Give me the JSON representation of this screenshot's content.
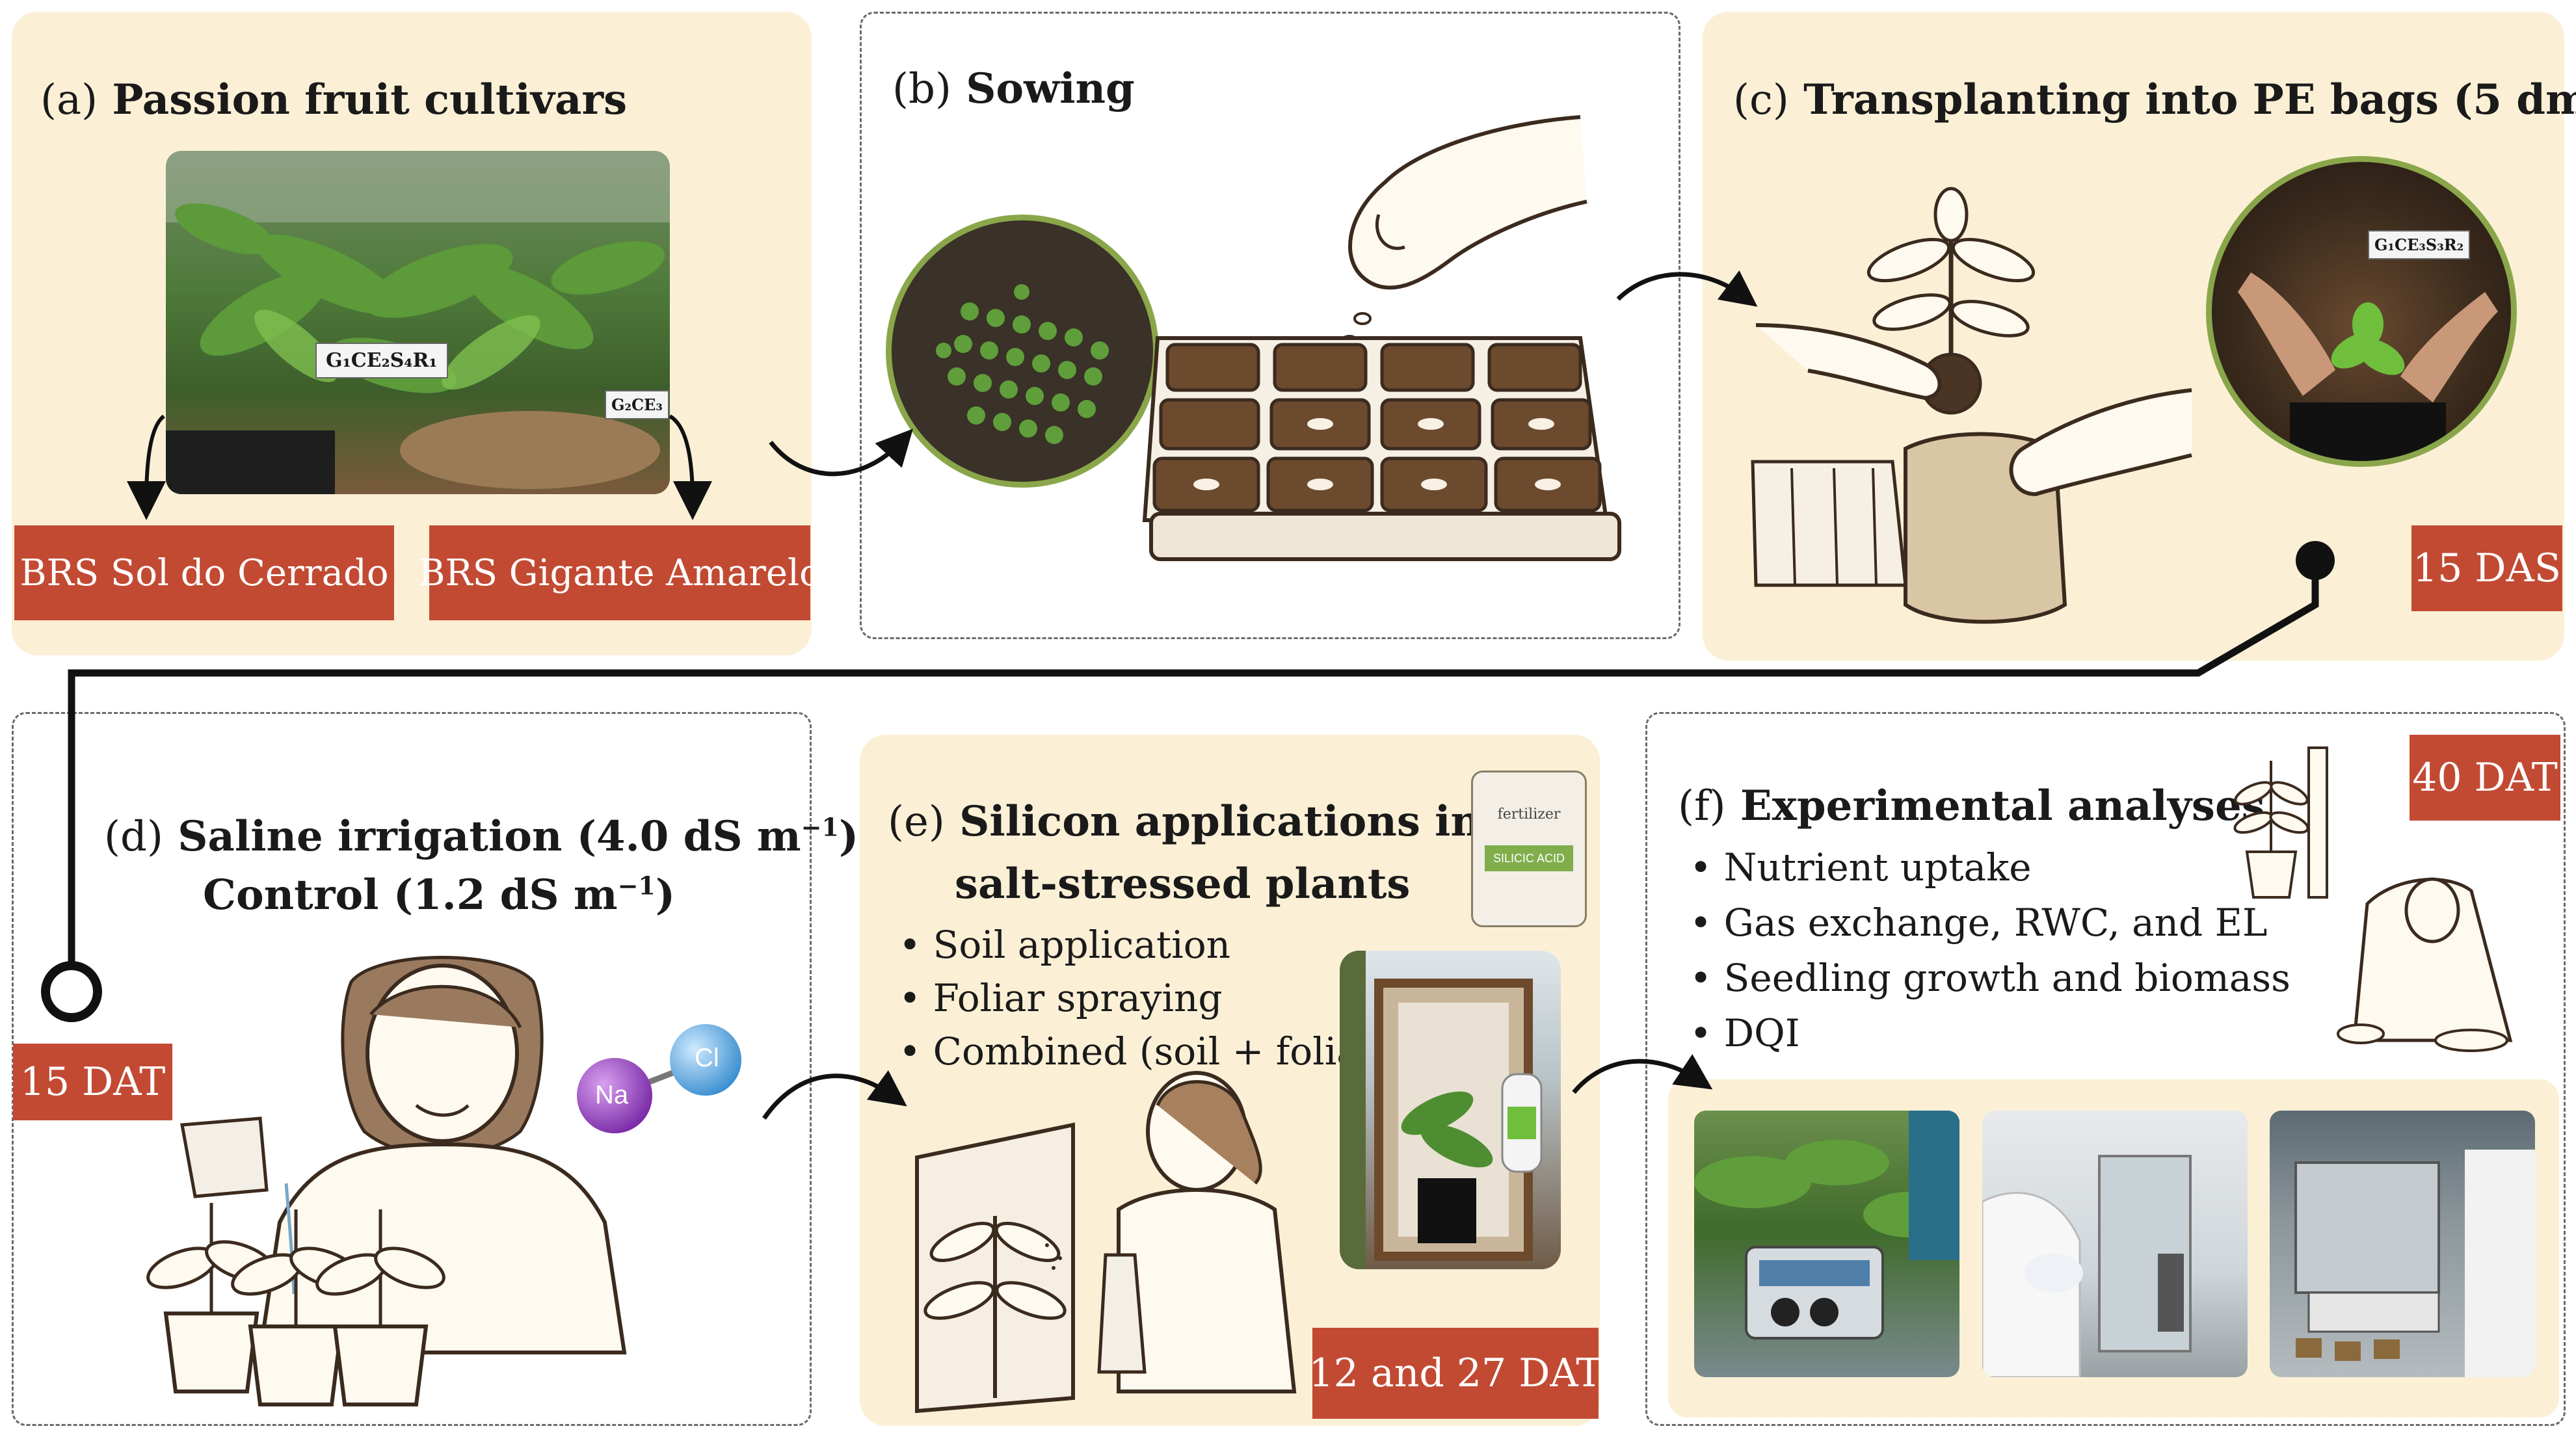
{
  "panels": {
    "a": {
      "label": "(a)",
      "title": "Passion fruit cultivars",
      "photo_labels": [
        "G₁CE₂S₄R₁",
        "G₂CE₃"
      ],
      "cultivars": [
        "BRS Sol do Cerrado",
        "BRS Gigante Amarelo"
      ]
    },
    "b": {
      "label": "(b)",
      "title": "Sowing"
    },
    "c": {
      "label": "(c)",
      "title": "Transplanting into PE bags (5 dm",
      "title_sup": "3",
      "title_end": ")",
      "photo_label": "G₁CE₃S₃R₂",
      "time_tag": "15 DAS"
    },
    "d": {
      "label": "(d)",
      "line1": "Saline irrigation (4.0 dS m",
      "line1_sup": "−1",
      "line1_end": ")",
      "line2": "Control (1.2 dS m",
      "line2_sup": "−1",
      "line2_end": ")",
      "time_tag": "15 DAT",
      "ion_na": "Na",
      "ion_cl": "Cl"
    },
    "e": {
      "label": "(e)",
      "title_line1": "Silicon applications in",
      "title_line2": "salt-stressed plants",
      "bullets": [
        "Soil application",
        "Foliar spraying",
        "Combined (soil + foliar)"
      ],
      "bag_text1": "fertilizer",
      "bag_text2": "SILICIC ACID",
      "time_tag": "12 and 27 DAT"
    },
    "f": {
      "label": "(f)",
      "title": "Experimental analyses",
      "bullets": [
        "Nutrient uptake",
        "Gas exchange, RWC, and EL",
        "Seedling growth and biomass",
        "DQI"
      ],
      "time_tag": "40 DAT"
    }
  },
  "colors": {
    "panel_fill": "#fbf0d6",
    "tag_fill": "#c24a33",
    "circle_border": "#8aa64a",
    "connector": "#111111"
  }
}
